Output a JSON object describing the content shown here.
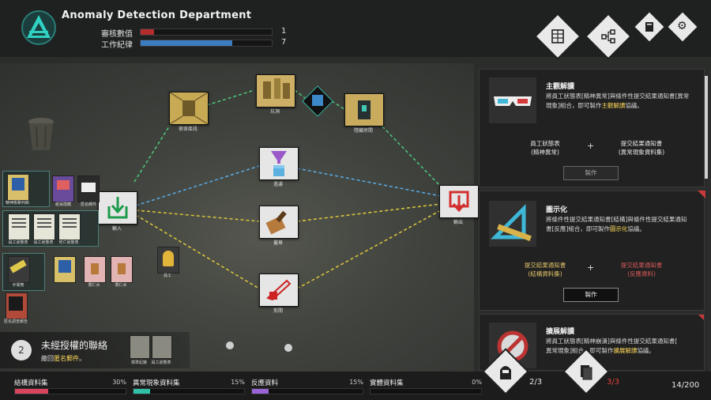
{
  "header": {
    "title": "Anomaly Detection Department",
    "stats": [
      {
        "label": "審核數值",
        "value": "1",
        "fraction": 0.1,
        "color": "#b32d2d"
      },
      {
        "label": "工作紀律",
        "value": "7",
        "fraction": 0.7,
        "color": "#3b7dc0"
      }
    ]
  },
  "board": {
    "nodes": {
      "input": "輸入",
      "room": "宿舍區段",
      "stairs": "坑洞",
      "exit_room": "隱藏房間",
      "filter": "過濾",
      "stamp": "蓋章",
      "cut": "剪開",
      "output": "輸出"
    },
    "cards_left": [
      "",
      ""
    ],
    "card_labels": {
      "a1": "精神衝擊判斷",
      "a2": "紙張隱藏",
      "a3": "匿名郵件",
      "b1": "員工狀態表",
      "b2": "員工狀態表",
      "b3": "死亡狀態表",
      "c1": "手電筒",
      "c2": "",
      "c3": "香仁水",
      "c4": "香仁水",
      "d1": "匿名調查報告",
      "worker": "員工"
    },
    "notice": {
      "number": "2",
      "title": "未經授權的聯絡",
      "subtitle_prefix": "繳回",
      "subtitle_highlight": "匿名郵件",
      "subtitle_suffix": "。",
      "card1": "標準紀錄",
      "card2": "員工狀態表"
    }
  },
  "recipes": [
    {
      "title": "主觀解讀",
      "desc_1": "將員工狀態表[精神異常]與條件性提交結果通知書[異常現象]組合，即可製作",
      "desc_hl": "主觀解讀",
      "desc_2": "協議。",
      "ing1_a": "員工狀態表",
      "ing1_b": "(精神異常)",
      "ing2_a": "提交結果通知書",
      "ing2_b": "(異常現象資料集)",
      "plus": "+",
      "button": "製作"
    },
    {
      "title": "圖示化",
      "desc_1": "將條件性提交結果通知書[結構]與條件性提交結果通知書[反應]組合，即可製作",
      "desc_hl": "圖示化",
      "desc_2": "協議。",
      "ing1_a": "提交結果通知書",
      "ing1_b": "(結構資料集)",
      "ing2_a": "提交結果通知書",
      "ing2_b": "(反應資料)",
      "plus": "+",
      "button": "製作"
    },
    {
      "title": "擴展解讀",
      "desc_1": "將員工狀態表[精神崩潰]與條件性提交結果通知書[",
      "desc_hl": "",
      "desc_2": "異常現象]組合，即可製作擴展解讀協議。",
      "desc_line2_prefix": "異常現象]組合，即可製作",
      "desc_line2_hl": "擴展解讀",
      "desc_line2_suffix": "協議。"
    }
  ],
  "resources": [
    {
      "label": "結構資料集",
      "pct": "30%",
      "fraction": 0.3,
      "color": "#d8455d"
    },
    {
      "label": "異常現象資料集",
      "pct": "15%",
      "fraction": 0.15,
      "color": "#30c0a8"
    },
    {
      "label": "反應資料",
      "pct": "15%",
      "fraction": 0.15,
      "color": "#9a63d6"
    },
    {
      "label": "實體資料集",
      "pct": "0%",
      "fraction": 0.0,
      "color": "#888888"
    }
  ],
  "counters": {
    "workers": "2/3",
    "documents": "3/3",
    "total": "14/200"
  },
  "colors": {
    "accent_yellow": "#ffd95a",
    "accent_red": "#e04040",
    "teal": "#4e7e7a"
  }
}
